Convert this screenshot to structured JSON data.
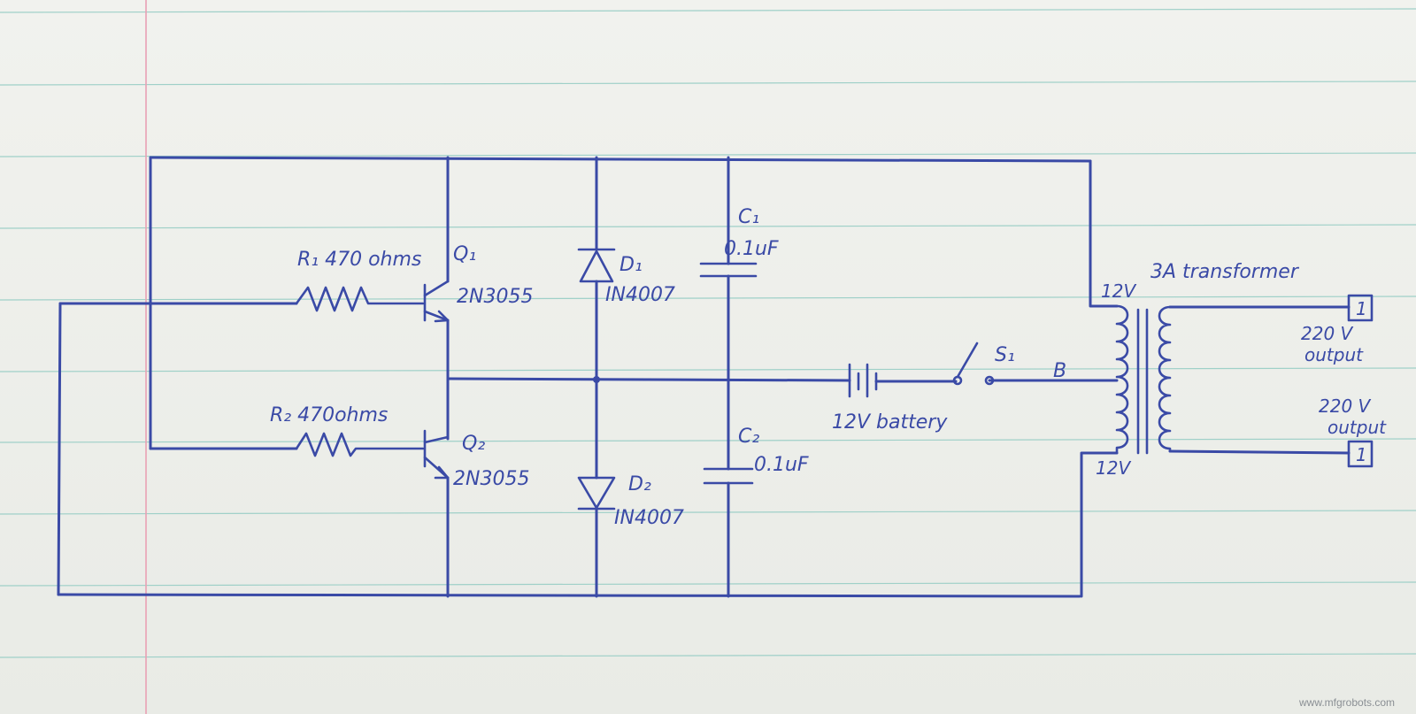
{
  "diagram": {
    "labels": {
      "r1": "R₁ 470 ohms",
      "q1": "Q₁",
      "q1_part": "2N3055",
      "r2": "R₂ 470ohms",
      "q2": "Q₂",
      "q2_part": "2N3055",
      "d1": "D₁",
      "d1_part": "IN4007",
      "d2": "D₂",
      "d2_part": "IN4007",
      "c1": "C₁",
      "c1_value": "0.1uF",
      "c2": "C₂",
      "c2_value": "0.1uF",
      "battery": "12V battery",
      "switch": "S₁",
      "node_b": "B",
      "tap_top": "12V",
      "tap_bottom": "12V",
      "transformer": "3A transformer",
      "out1_voltage": "220 V",
      "out1_label": "output",
      "out2_voltage": "220 V",
      "out2_label": "output",
      "terminal1": "1",
      "terminal2": "1"
    },
    "watermark": "www.mfgrobots.com"
  }
}
